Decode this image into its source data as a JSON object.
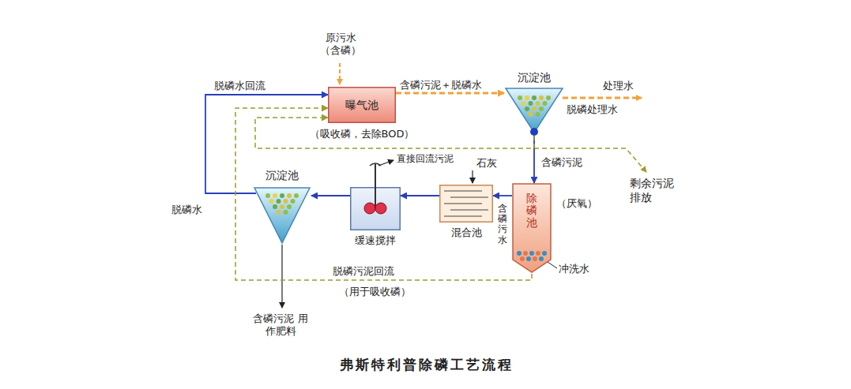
{
  "diagram": {
    "caption": "弗斯特利普除磷工艺流程",
    "nodes": [
      {
        "text": [
          "曝气池",
          "（吸收磷，去除BOD）"
        ]
      },
      {
        "text": [
          "沉淀池"
        ]
      },
      {
        "text": [
          "沉淀池"
        ]
      },
      {
        "text": [
          "缓速搅拌"
        ]
      },
      {
        "text": [
          "混合池"
        ]
      },
      {
        "text": [
          "除磷池",
          "（厌氧）"
        ]
      }
    ],
    "edges": [
      {
        "from": 0,
        "to": 1,
        "arrow": "to",
        "label": "含磷污泥＋脱磷水"
      },
      {
        "from": 1,
        "to": 5,
        "arrow": "to",
        "label": "含磷污泥"
      },
      {
        "from": 5,
        "to": 4,
        "arrow": "to",
        "label": "含磷污水"
      },
      {
        "from": 4,
        "to": 3,
        "arrow": "to"
      },
      {
        "from": 3,
        "to": 2,
        "arrow": "to"
      },
      {
        "from": 2,
        "to": 0,
        "arrow": "to",
        "label": "脱磷水回流"
      },
      {
        "from": 5,
        "to": 0,
        "arrow": "to",
        "label": "脱磷污泥回流"
      },
      {
        "from": 1,
        "to": 0,
        "arrow": "to"
      }
    ],
    "labels": [
      "原污水 （含磷）",
      "处理水",
      "脱磷处理水",
      "剩余污泥排放",
      "直接回流污泥",
      "石灰",
      "冲洗水",
      "脱磷水",
      "（用于吸收磷）",
      "含磷污泥 用作肥料"
    ]
  }
}
